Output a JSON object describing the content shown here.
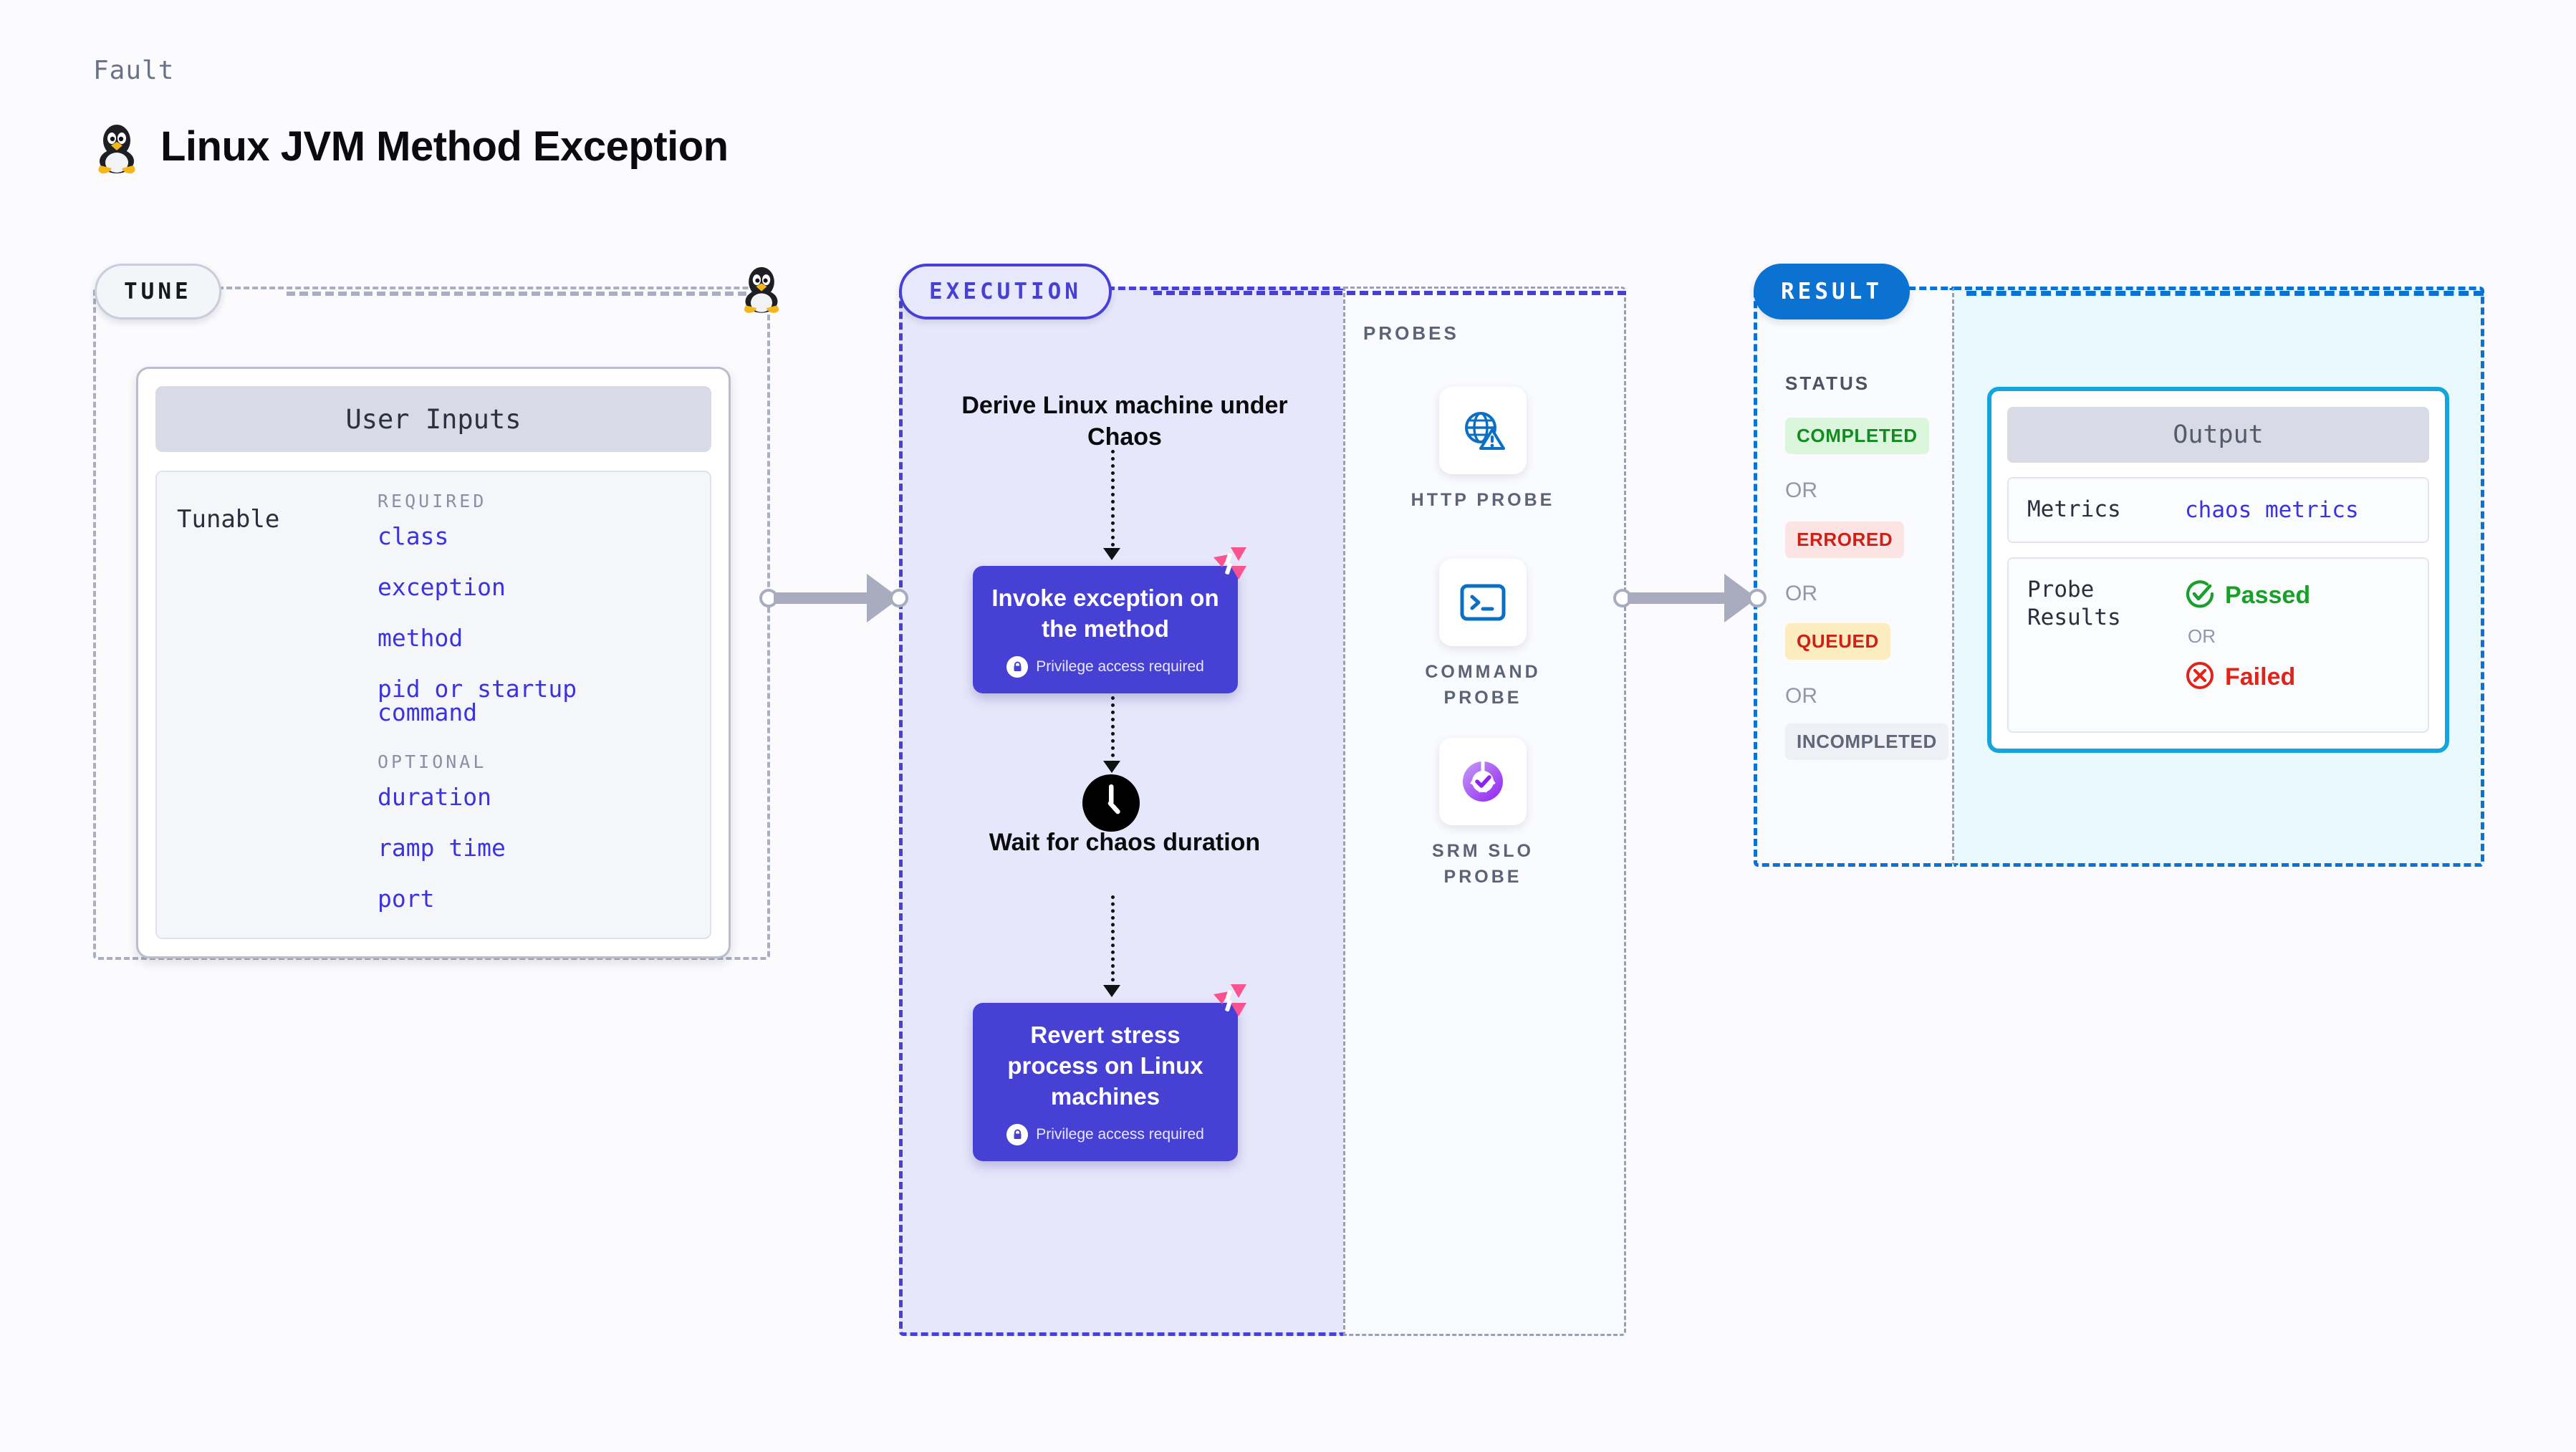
{
  "header": {
    "kicker": "Fault",
    "title": "Linux JVM Method Exception",
    "icon": "linux-tux-icon"
  },
  "stages": {
    "tune": {
      "pill": "TUNE"
    },
    "execution": {
      "pill": "EXECUTION"
    },
    "result": {
      "pill": "RESULT"
    }
  },
  "tune": {
    "card_title": "User Inputs",
    "tunable_label": "Tunable",
    "required_header": "REQUIRED",
    "required_items": [
      "class",
      "exception",
      "method",
      "pid or startup command"
    ],
    "optional_header": "OPTIONAL",
    "optional_items": [
      "duration",
      "ramp time",
      "port"
    ]
  },
  "execution": {
    "steps": [
      {
        "type": "text",
        "label": "Derive Linux machine under Chaos"
      },
      {
        "type": "node",
        "label": "Invoke exception on the method",
        "note": "Privilege access required",
        "badge": "harness-logo-icon",
        "lock": "lock-icon"
      },
      {
        "type": "text",
        "label": "Wait for chaos duration",
        "icon": "clock-icon"
      },
      {
        "type": "node",
        "label": "Revert stress process on Linux machines",
        "note": "Privilege access required",
        "badge": "harness-logo-icon",
        "lock": "lock-icon"
      }
    ]
  },
  "probes": {
    "title": "PROBES",
    "items": [
      {
        "label": "HTTP PROBE",
        "icon": "globe-warning-icon"
      },
      {
        "label": "COMMAND PROBE",
        "icon": "terminal-icon"
      },
      {
        "label": "SRM SLO PROBE",
        "icon": "srm-slo-icon"
      }
    ]
  },
  "result": {
    "status_title": "STATUS",
    "or_label": "OR",
    "statuses": [
      {
        "label": "COMPLETED",
        "bg": "#dcf5dd",
        "fg": "#118c1f"
      },
      {
        "label": "ERRORED",
        "bg": "#fbe4e3",
        "fg": "#cf2016"
      },
      {
        "label": "QUEUED",
        "bg": "#fdecc0",
        "fg": "#cf2016"
      },
      {
        "label": "INCOMPLETED",
        "bg": "#eef0f5",
        "fg": "#60667a"
      }
    ],
    "output": {
      "title": "Output",
      "metrics_key": "Metrics",
      "metrics_value": "chaos metrics",
      "probe_results_key": "Probe Results",
      "passed_label": "Passed",
      "failed_label": "Failed",
      "or_label": "OR",
      "passed_icon": "check-circle-icon",
      "failed_icon": "x-circle-icon"
    }
  },
  "colors": {
    "accent_purple": "#4740d4",
    "accent_blue": "#0b72d1",
    "accent_cyan": "#14a5dd",
    "harness_pink": "#f9548f",
    "link_blue": "#3b32e0"
  }
}
